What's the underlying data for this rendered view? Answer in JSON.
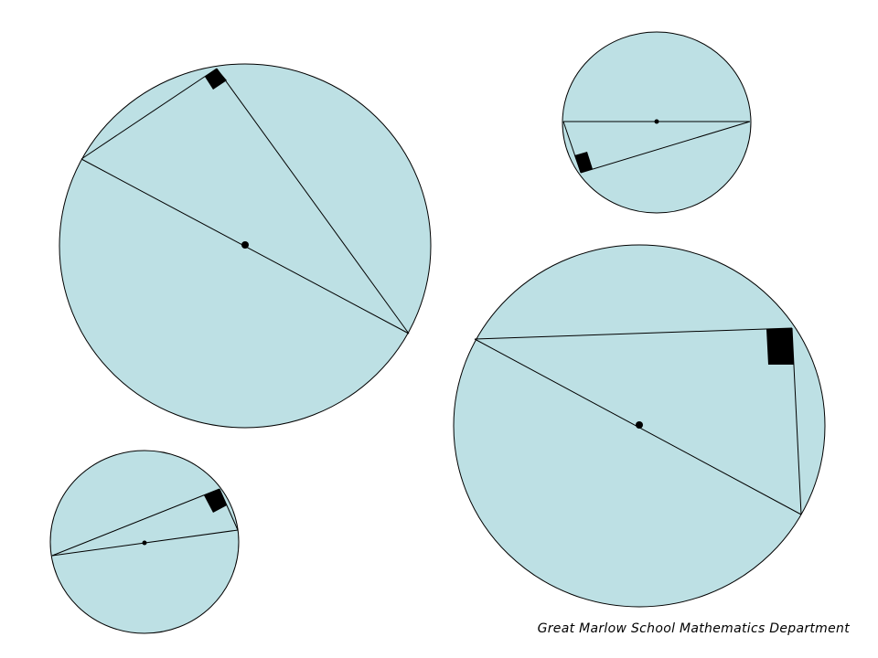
{
  "footer": {
    "credit": "Great Marlow School Mathematics Department"
  },
  "colors": {
    "circle_fill": "#bde0e4",
    "stroke": "#000000",
    "background": "#ffffff"
  },
  "diagram": {
    "figure_count": 4,
    "figure_description": "circle theorem: angle in a semicircle is a right angle",
    "marks": [
      "diameter",
      "two chords",
      "right-angle marker",
      "centre dot"
    ]
  }
}
